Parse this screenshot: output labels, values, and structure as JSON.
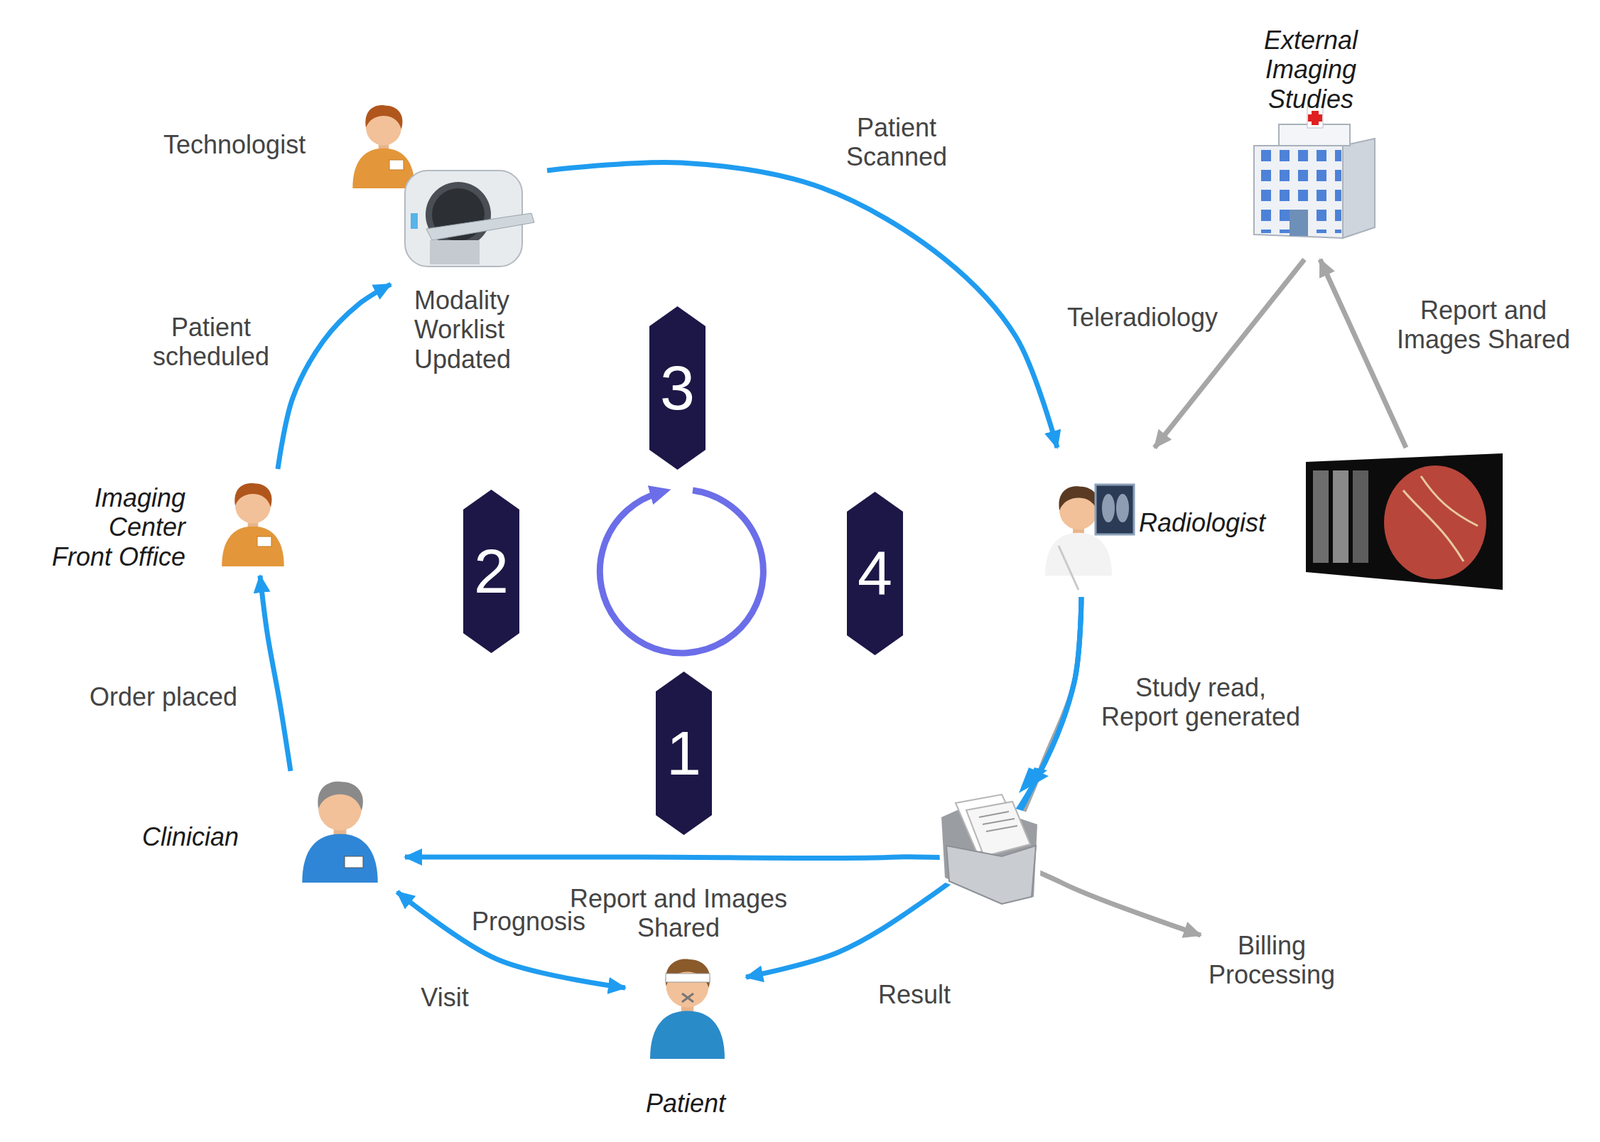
{
  "diagram": {
    "nodes": [
      {
        "text": [
          "External Imaging Studies"
        ]
      },
      {
        "text": [
          "Technologist"
        ]
      },
      {
        "text": [
          "Modality Worklist Updated"
        ]
      },
      {
        "text": [
          "3"
        ]
      },
      {
        "text": [
          "Imaging Center Front Office"
        ]
      },
      {
        "text": [
          "2"
        ]
      },
      {
        "text": [
          "4"
        ]
      },
      {
        "text": [
          "Radiologist"
        ]
      },
      {
        "text": [
          "1"
        ]
      },
      {
        "text": [
          "Clinician"
        ]
      },
      {
        "text": [
          "Patient"
        ]
      },
      {
        "text": [
          "Billing Processing"
        ]
      }
    ],
    "edges": [
      {
        "from": 9,
        "to": 4,
        "label": "Order placed",
        "arrow": "to"
      },
      {
        "from": 4,
        "to": 2,
        "label": "Patient scheduled",
        "arrow": "to"
      },
      {
        "from": 2,
        "to": 7,
        "label": "Patient Scanned",
        "arrow": "to"
      },
      {
        "from": 0,
        "to": 7,
        "label": "Teleradiology",
        "arrow": "to"
      },
      {
        "from": 7,
        "to": 0,
        "label": "Report and Images Shared",
        "arrow": "to"
      },
      {
        "from": 7,
        "to": 11,
        "arrow": "to"
      },
      {
        "from": 7,
        "to": 9,
        "label": "Report and Images Shared",
        "arrow": "to"
      },
      {
        "from": 7,
        "to": 10,
        "label": "Result",
        "arrow": "to"
      },
      {
        "from": 9,
        "to": 10,
        "label": "Prognosis",
        "arrow": "both"
      }
    ],
    "labels": [
      "Study read, Report generated",
      "Visit"
    ]
  }
}
